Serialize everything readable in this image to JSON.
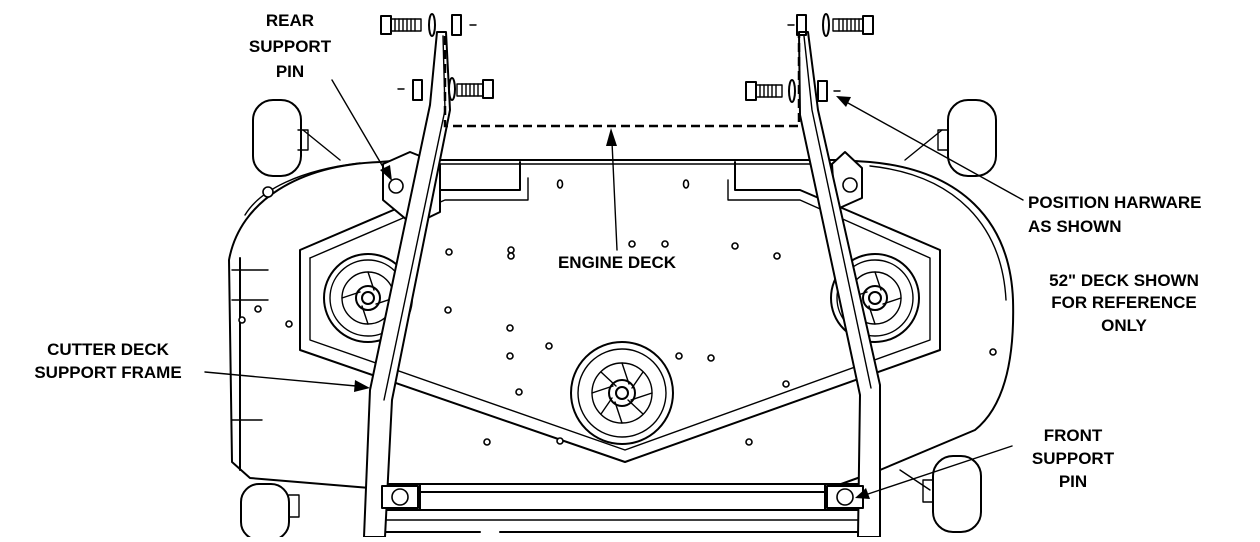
{
  "labels": {
    "rear_support_pin": [
      "REAR",
      "SUPPORT",
      "PIN"
    ],
    "position_hardware": [
      "POSITION HARWARE",
      "AS SHOWN"
    ],
    "engine_deck": "ENGINE DECK",
    "deck_reference": [
      "52\" DECK SHOWN",
      "FOR REFERENCE",
      "ONLY"
    ],
    "cutter_deck_support_frame": [
      "CUTTER DECK",
      "SUPPORT FRAME"
    ],
    "front_support_pin": [
      "FRONT",
      "SUPPORT",
      "PIN"
    ]
  }
}
